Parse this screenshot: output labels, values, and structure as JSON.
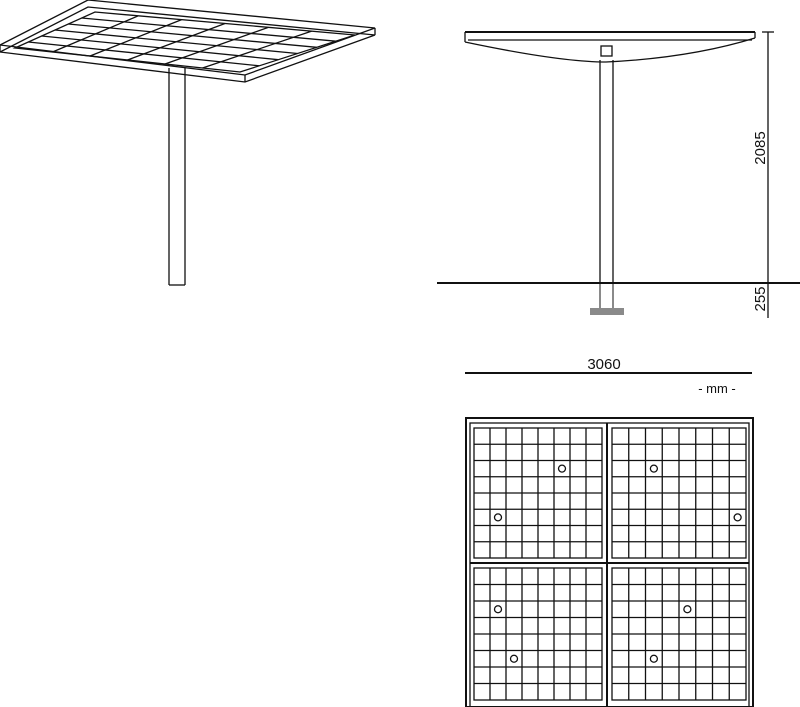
{
  "dimensions": {
    "height_above_ground": "2085",
    "depth_below_ground": "255",
    "width": "3060",
    "unit": "- mm -"
  },
  "colors": {
    "line": "#111111",
    "footing_plate": "#8a8a8a",
    "background": "#ffffff"
  },
  "plan_view": {
    "panels": 4,
    "grid_cells_per_panel": 8
  }
}
